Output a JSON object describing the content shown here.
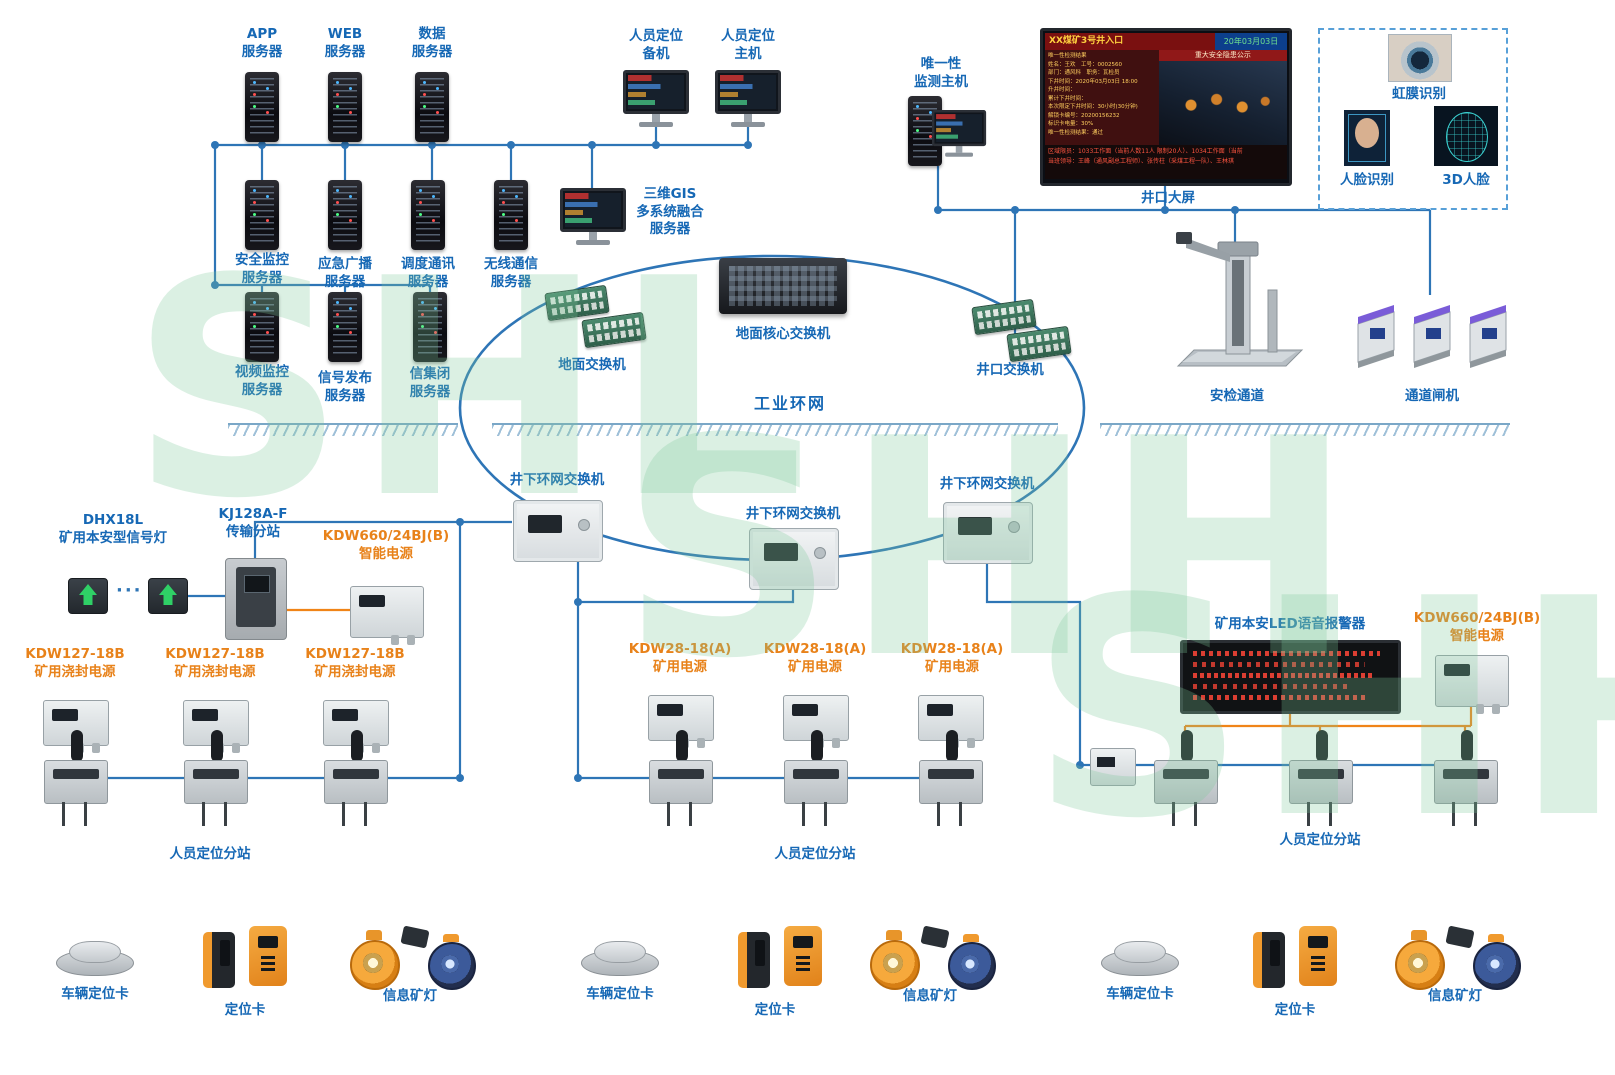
{
  "colors": {
    "label_blue": "#1668b5",
    "label_orange": "#e8821a",
    "line_blue": "#2e75b6",
    "line_orange": "#f08418",
    "watermark_green": "#7dc89b"
  },
  "watermark": {
    "w1": "SHL",
    "w2": "SHH",
    "w3": "SHH"
  },
  "labels": {
    "app_server": "APP\n服务器",
    "web_server": "WEB\n服务器",
    "data_server": "数据\n服务器",
    "backup_host": "人员定位\n备机",
    "main_host": "人员定位\n主机",
    "security_monitor_server": "安全监控\n服务器",
    "broadcast_server": "应急广播\n服务器",
    "dispatch_server": "调度通讯\n服务器",
    "wireless_server": "无线通信\n服务器",
    "gis_server": "三维GIS\n多系统融合\n服务器",
    "video_server": "视频监控\n服务器",
    "signal_server": "信号发布\n服务器",
    "block_server": "信集闭\n服务器",
    "ground_switch": "地面交换机",
    "core_switch": "地面核心交换机",
    "uniqueness_host": "唯一性\n监测主机",
    "big_screen": "井口大屏",
    "iris": "虹膜识别",
    "face": "人脸识别",
    "face3d": "3D人脸",
    "wellhead_switch": "井口交换机",
    "security_channel": "安检通道",
    "gate_machine": "通道闸机",
    "ring_network": "工业环网",
    "underground_switch": "井下环网交换机",
    "dhx18l": "DHX18L\n矿用本安型信号灯",
    "kj128": "KJ128A-F\n传输分站",
    "kdw660": "KDW660/24BJ(B)\n智能电源",
    "kdw127": "KDW127-18B\n矿用浇封电源",
    "kdw28": "KDW28-18(A)\n矿用电源",
    "station": "人员定位分站",
    "led_alarm": "矿用本安LED语音报警器",
    "vehicle_card": "车辆定位卡",
    "position_card": "定位卡",
    "info_lamp": "信息矿灯",
    "ellipsis": "···"
  },
  "screen": {
    "title": "XX煤矿3号井入口",
    "date": "20年03月03日",
    "photo_caption": "重大安全隐患公示",
    "info_text": "唯一性检测结果\n姓名：王欢　工号：0002560\n部门：通风科　职务：瓦检员\n下井时间：2020年03月03日 18:00\n升井时间：\n累计下井时间：\n本次限定下井时间：30小时(30分钟)\n解锁卡编号：20200156232\n标识卡电量：30%\n唯一性检测结果：通过",
    "ticker_text": "区域限员：1033工作面（当前人数11人 限制20人）、1034工作面（当前\n当班领导：王峰（通风副总工程师）、张传柱（采煤工程一队）、王林琪"
  }
}
